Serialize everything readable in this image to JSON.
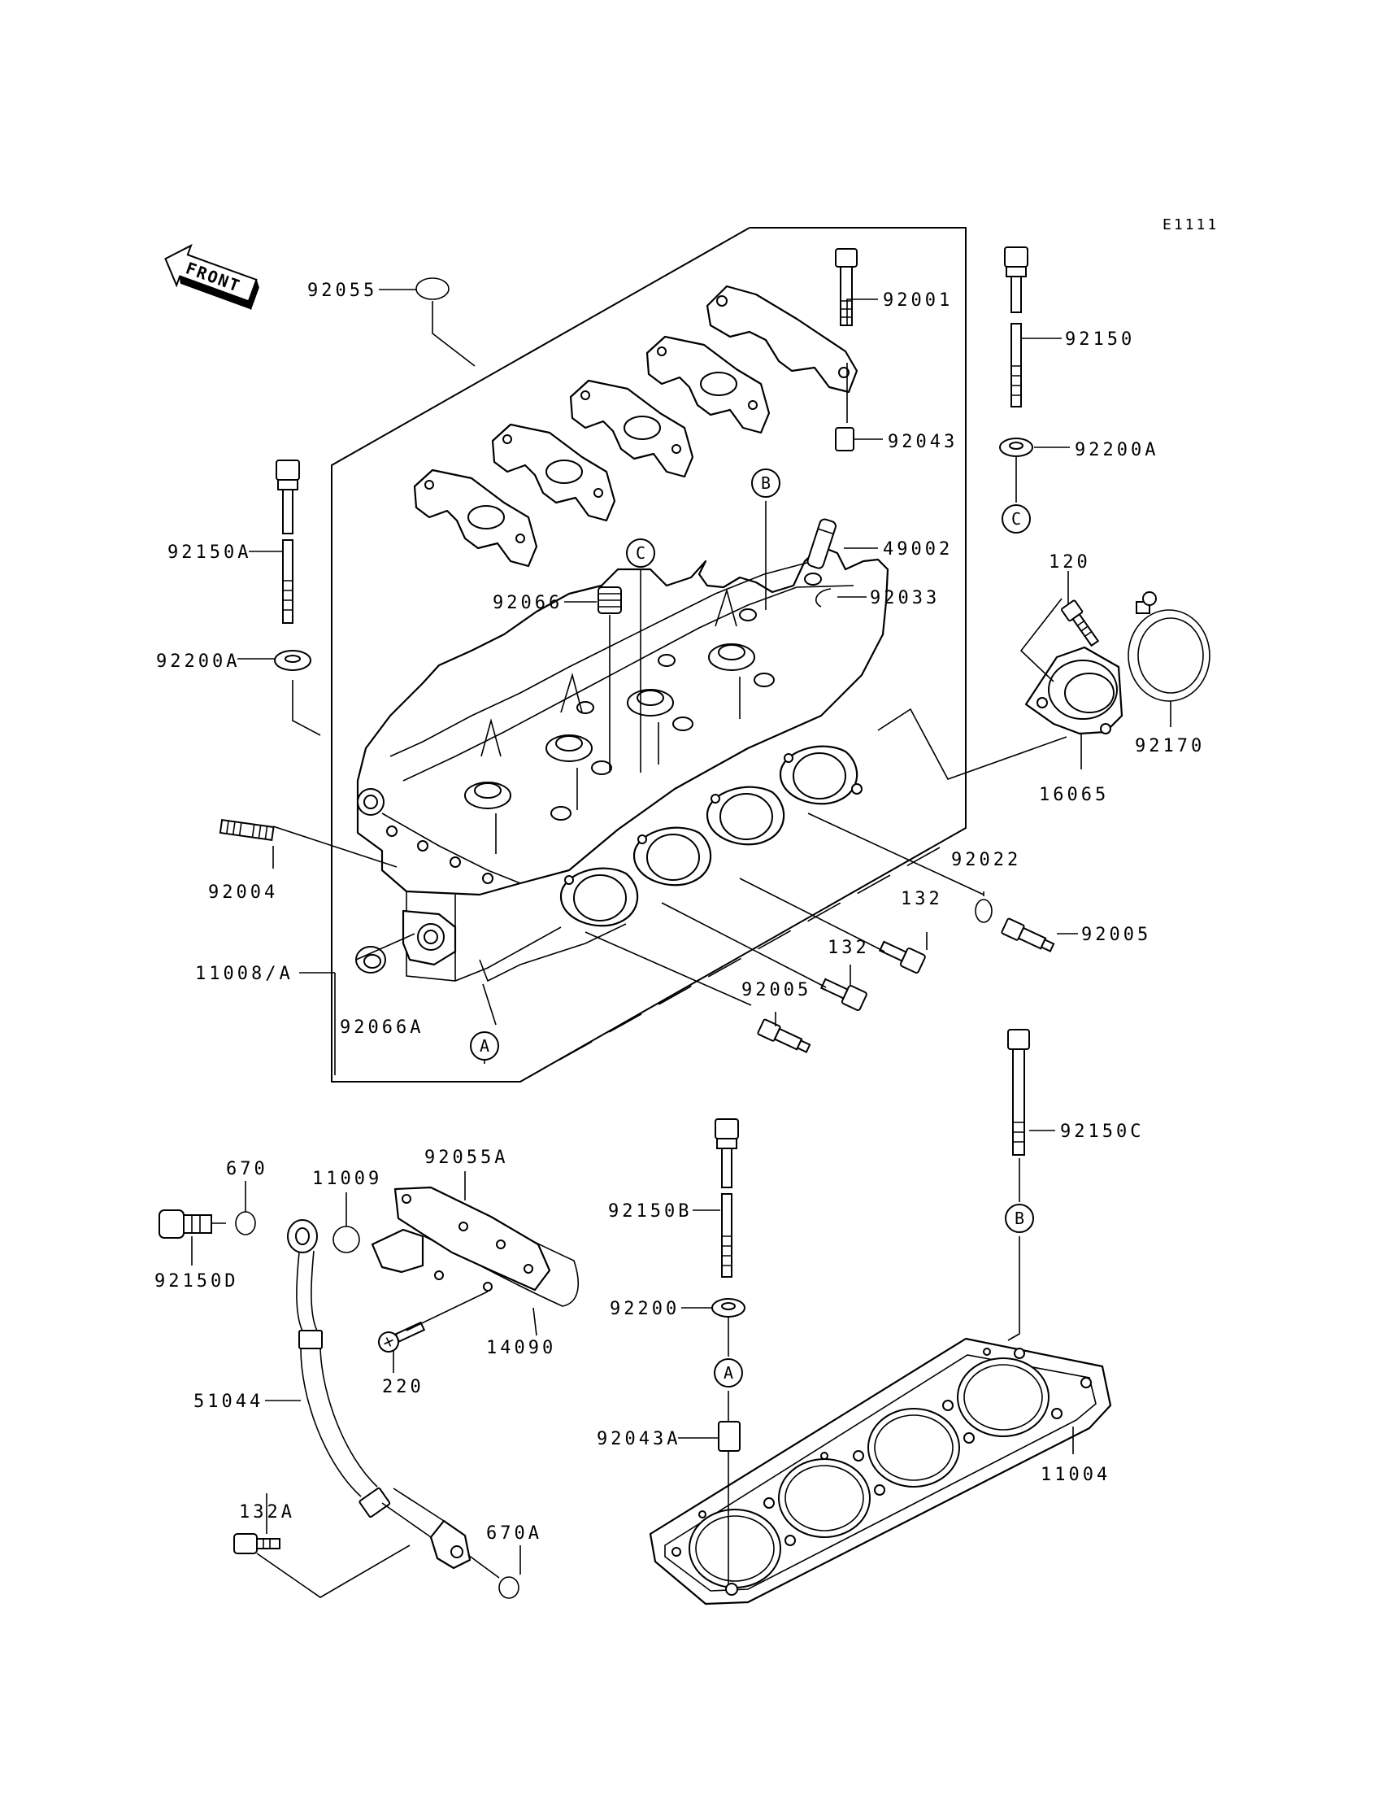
{
  "diagram_code": "E1111",
  "front_label": "FRONT",
  "ref_markers": {
    "a": "A",
    "b": "B",
    "c": "C"
  },
  "parts": {
    "p92055": "92055",
    "p92001": "92001",
    "p92150": "92150",
    "p92043": "92043",
    "p92200A_r": "92200A",
    "p92150A": "92150A",
    "p49002": "49002",
    "p120": "120",
    "p92066": "92066",
    "p92033": "92033",
    "p92200A_l": "92200A",
    "p92170": "92170",
    "p16065": "16065",
    "p92004": "92004",
    "p92022": "92022",
    "p92005_r": "92005",
    "p132_r": "132",
    "p132_m": "132",
    "p11008A": "11008/A",
    "p92005_m": "92005",
    "p92066A": "92066A",
    "p92150C": "92150C",
    "p670": "670",
    "p11009": "11009",
    "p92055A": "92055A",
    "p92150D": "92150D",
    "p92150B": "92150B",
    "p14090": "14090",
    "p92200": "92200",
    "p220": "220",
    "p51044": "51044",
    "p92043A": "92043A",
    "p11004": "11004",
    "p132A": "132A",
    "p670A": "670A"
  }
}
